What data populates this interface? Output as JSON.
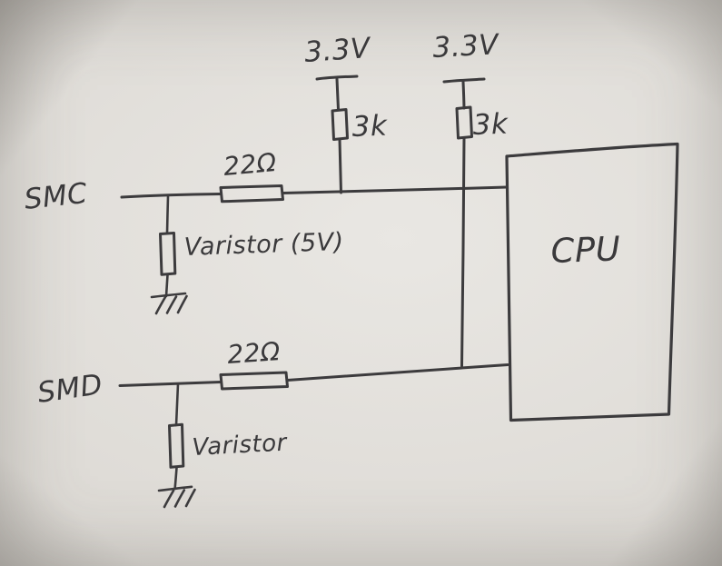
{
  "diagram": {
    "kind": "hand-drawn circuit schematic on paper",
    "ink_color": "#3c3b3d",
    "paper_color": "#dedbd6",
    "labels": {
      "supply_smc": "3.3V",
      "supply_smd": "3.3V",
      "pullup_smc": "3k",
      "pullup_smd": "3k",
      "series_smc": "22Ω",
      "series_smd": "22Ω",
      "net_smc": "SMC",
      "net_smd": "SMD",
      "varistor_smc": "Varistor (5V)",
      "varistor_smd": "Varistor",
      "chip": "CPU"
    }
  }
}
